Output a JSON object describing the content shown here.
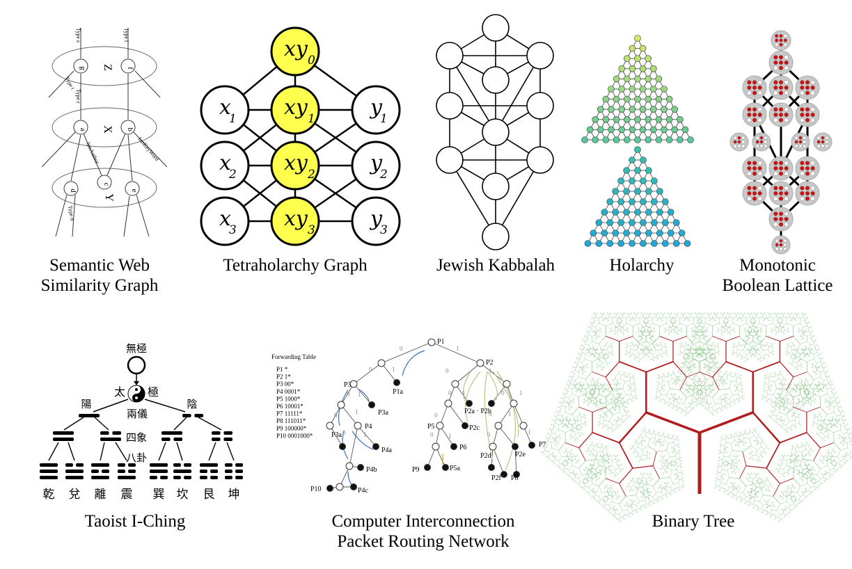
{
  "captions": {
    "semantic_web": [
      "Semantic Web",
      "Similarity Graph"
    ],
    "tetraholarchy": [
      "Tetraholarchy Graph"
    ],
    "kabbalah": [
      "Jewish Kabbalah"
    ],
    "holarchy": [
      "Holarchy"
    ],
    "boolean_lattice": [
      "Monotonic",
      "Boolean Lattice"
    ],
    "i_ching": [
      "Taoist I-Ching"
    ],
    "packet_routing": [
      "Computer Interconnection",
      "Packet Routing Network"
    ],
    "binary_tree": [
      "Binary Tree"
    ]
  },
  "semantic_web": {
    "groups": [
      "Z",
      "X",
      "Y"
    ],
    "nodes": [
      "g",
      "f",
      "a",
      "b",
      "d",
      "c",
      "e"
    ],
    "edge_labels": {
      "type_s": "Type s",
      "type_f": "Type f",
      "type_t": "Type t",
      "type_r": "Type r",
      "type_n": "Type n",
      "has_author": "hasAuthor",
      "has_key_word": "hasKeyWord"
    }
  },
  "tetraholarchy": {
    "left": [
      {
        "base": "x",
        "sub": "1"
      },
      {
        "base": "x",
        "sub": "2"
      },
      {
        "base": "x",
        "sub": "3"
      }
    ],
    "center": [
      {
        "base": "xy",
        "sub": "0"
      },
      {
        "base": "xy",
        "sub": "1"
      },
      {
        "base": "xy",
        "sub": "2"
      },
      {
        "base": "xy",
        "sub": "3"
      }
    ],
    "right": [
      {
        "base": "y",
        "sub": "1"
      },
      {
        "base": "y",
        "sub": "2"
      },
      {
        "base": "y",
        "sub": "3"
      }
    ],
    "colors": {
      "highlight": "#ffff4d",
      "plain": "#ffffff"
    }
  },
  "i_ching": {
    "wuji": "無極",
    "taiji": [
      "太",
      "極"
    ],
    "two_forms": [
      "陽",
      "兩儀",
      "陰"
    ],
    "four_images": "四象",
    "eight_trigrams": "八卦",
    "trigram_names": [
      "乾",
      "兌",
      "離",
      "震",
      "巽",
      "坎",
      "艮",
      "坤"
    ]
  },
  "packet_routing": {
    "table_title": "Forwarding Table",
    "table_rows": [
      "P1  *",
      "P2  1*",
      "P3  00*",
      "P4  0001*",
      "P5  1000*",
      "P6  10001*",
      "P7  11111*",
      "P8  111011*",
      "P9  100000*",
      "P10 0001000*"
    ],
    "node_labels": [
      "P1",
      "P2",
      "P3",
      "P1a",
      "P3a",
      "P3a",
      "P4",
      "P4a",
      "P4b",
      "P4c",
      "P10",
      "P2a · P2b",
      "P2c",
      "P5",
      "P6",
      "P5a",
      "P9",
      "P2d",
      "P2e",
      "P2f",
      "P8",
      "P7"
    ],
    "branch_digits": [
      "0",
      "1"
    ]
  },
  "colors": {
    "yellow": "#ffff4d",
    "tree_trunk": "#b01c1c",
    "tree_leaves": "#7fbf7f",
    "lattice_red": "#cc1111",
    "lattice_gray": "#c8c8c8",
    "holarchy_top": "#d4e86a",
    "holarchy_bottom": "#1fa8d8"
  }
}
